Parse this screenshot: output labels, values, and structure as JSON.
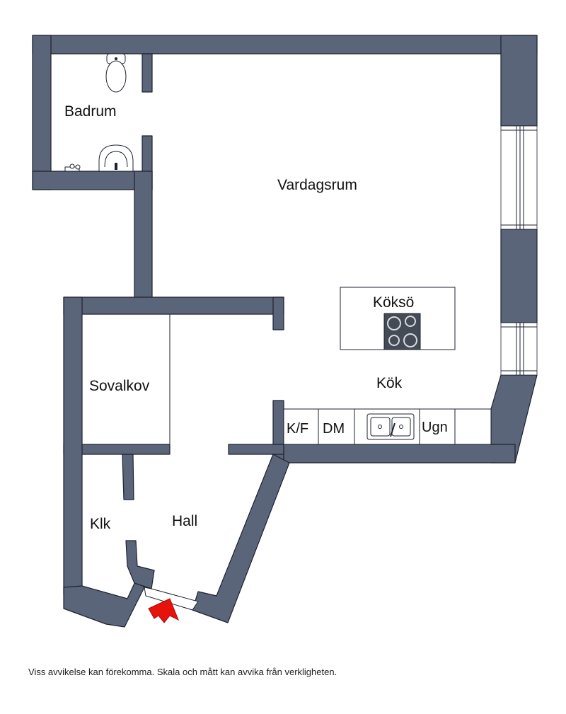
{
  "rooms": {
    "badrum": "Badrum",
    "vardagsrum": "Vardagsrum",
    "koksoe": "Köksö",
    "kok": "Kök",
    "sovalkov": "Sovalkov",
    "klk": "Klk",
    "hall": "Hall"
  },
  "appliances": {
    "kf": "K/F",
    "dm": "DM",
    "ugn": "Ugn"
  },
  "disclaimer": "Viss avvikelse kan förekomma. Skala och mått kan avvika från verkligheten.",
  "colors": {
    "wall": "#5b6579",
    "entrance_arrow": "#e8120c"
  }
}
